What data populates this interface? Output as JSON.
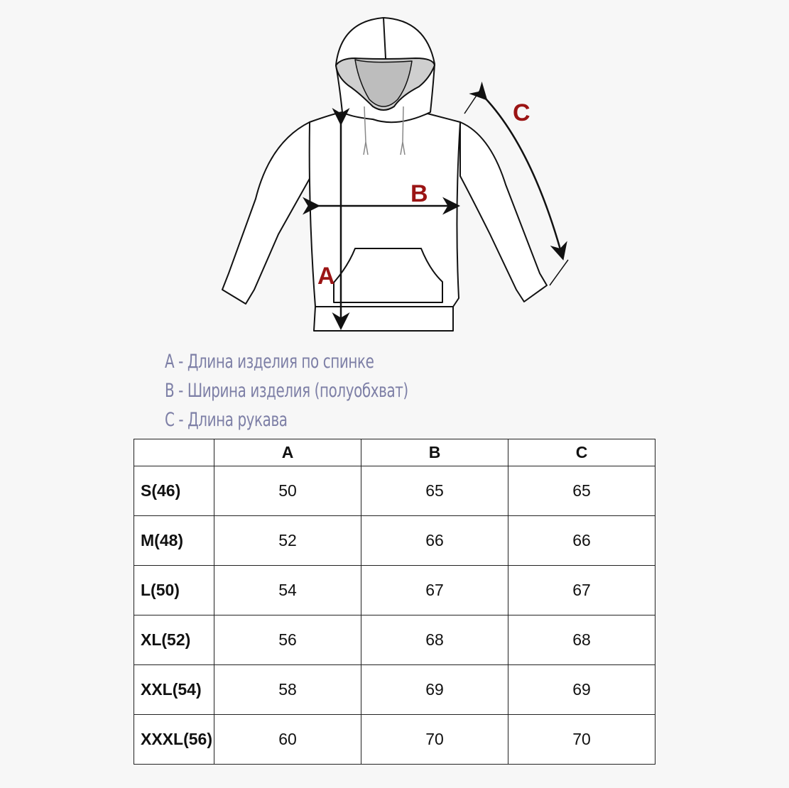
{
  "diagram": {
    "labels": {
      "a": "A",
      "b": "B",
      "c": "C"
    },
    "label_color": "#9b1414"
  },
  "legend": [
    "A - Длина изделия по спинке",
    "B - Ширина изделия (полуобхват)",
    "C - Длина рукава"
  ],
  "table": {
    "headers": [
      "",
      "A",
      "B",
      "C"
    ],
    "rows": [
      [
        "S(46)",
        "50",
        "65",
        "65"
      ],
      [
        "M(48)",
        "52",
        "66",
        "66"
      ],
      [
        "L(50)",
        "54",
        "67",
        "67"
      ],
      [
        "XL(52)",
        "56",
        "68",
        "68"
      ],
      [
        "XXL(54)",
        "58",
        "69",
        "69"
      ],
      [
        "XXXL(56)",
        "60",
        "70",
        "70"
      ]
    ]
  }
}
